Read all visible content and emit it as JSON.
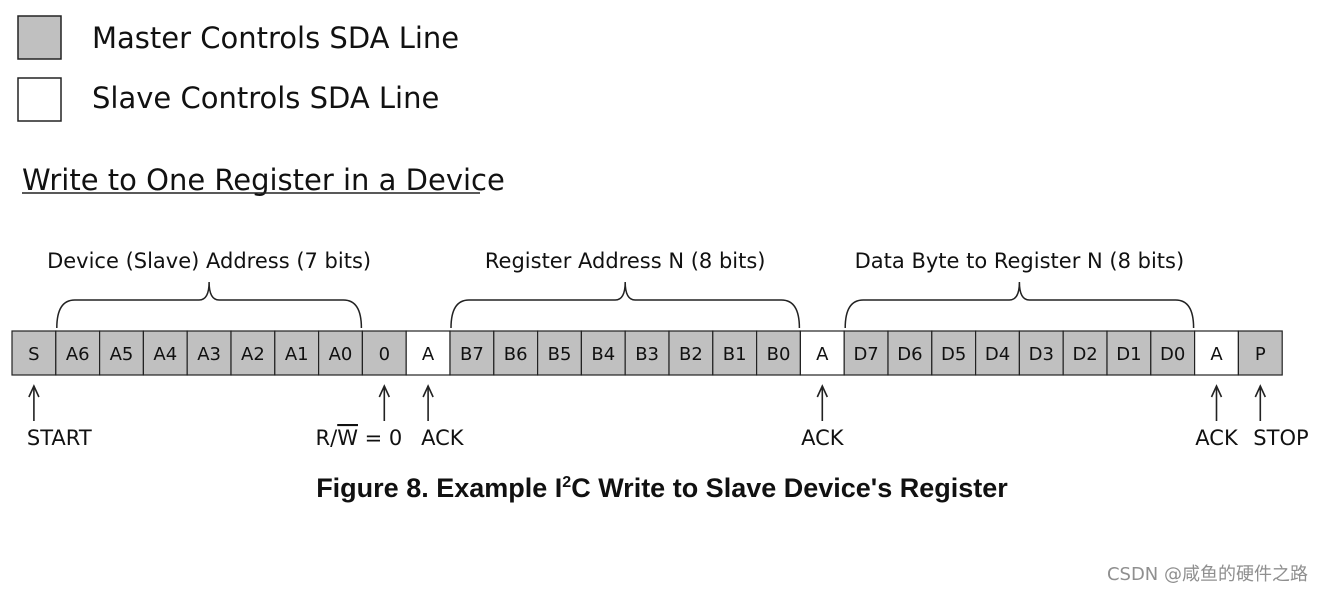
{
  "colors": {
    "master": "#c0c0c0",
    "slave": "#ffffff",
    "stroke": "#222222",
    "watermark": "#8f8f8f"
  },
  "legend": {
    "master_label": "Master Controls SDA Line",
    "slave_label": "Slave Controls SDA Line"
  },
  "section_title": "Write to One Register in a Device",
  "groups": [
    {
      "id": "device-address",
      "label": "Device (Slave) Address (7 bits)",
      "start": 1,
      "end": 7
    },
    {
      "id": "register-address",
      "label": "Register Address N (8 bits)",
      "start": 10,
      "end": 17
    },
    {
      "id": "data-byte",
      "label": "Data Byte to Register N (8 bits)",
      "start": 19,
      "end": 26
    }
  ],
  "bits": [
    {
      "label": "S",
      "controller": "master"
    },
    {
      "label": "A6",
      "controller": "master"
    },
    {
      "label": "A5",
      "controller": "master"
    },
    {
      "label": "A4",
      "controller": "master"
    },
    {
      "label": "A3",
      "controller": "master"
    },
    {
      "label": "A2",
      "controller": "master"
    },
    {
      "label": "A1",
      "controller": "master"
    },
    {
      "label": "A0",
      "controller": "master"
    },
    {
      "label": "0",
      "controller": "master"
    },
    {
      "label": "A",
      "controller": "slave"
    },
    {
      "label": "B7",
      "controller": "master"
    },
    {
      "label": "B6",
      "controller": "master"
    },
    {
      "label": "B5",
      "controller": "master"
    },
    {
      "label": "B4",
      "controller": "master"
    },
    {
      "label": "B3",
      "controller": "master"
    },
    {
      "label": "B2",
      "controller": "master"
    },
    {
      "label": "B1",
      "controller": "master"
    },
    {
      "label": "B0",
      "controller": "master"
    },
    {
      "label": "A",
      "controller": "slave"
    },
    {
      "label": "D7",
      "controller": "master"
    },
    {
      "label": "D6",
      "controller": "master"
    },
    {
      "label": "D5",
      "controller": "master"
    },
    {
      "label": "D4",
      "controller": "master"
    },
    {
      "label": "D3",
      "controller": "master"
    },
    {
      "label": "D2",
      "controller": "master"
    },
    {
      "label": "D1",
      "controller": "master"
    },
    {
      "label": "D0",
      "controller": "master"
    },
    {
      "label": "A",
      "controller": "slave"
    },
    {
      "label": "P",
      "controller": "master"
    }
  ],
  "markers": [
    {
      "id": "start",
      "bit": 0,
      "label": "START",
      "align": "start"
    },
    {
      "id": "rw",
      "bit": 8,
      "label_prefix": "R/",
      "label_overline": "W",
      "label_suffix": " = 0",
      "align": "end"
    },
    {
      "id": "ack-1",
      "bit": 9,
      "label": "ACK",
      "align": "start"
    },
    {
      "id": "ack-2",
      "bit": 18,
      "label": "ACK",
      "align": "middle"
    },
    {
      "id": "ack-3",
      "bit": 27,
      "label": "ACK",
      "align": "middle"
    },
    {
      "id": "stop",
      "bit": 28,
      "label": "STOP",
      "align": "start"
    }
  ],
  "caption": {
    "before": "Figure 8. Example I",
    "sup": "2",
    "after": "C Write to Slave Device's Register"
  },
  "watermark": "CSDN @咸鱼的硬件之路"
}
